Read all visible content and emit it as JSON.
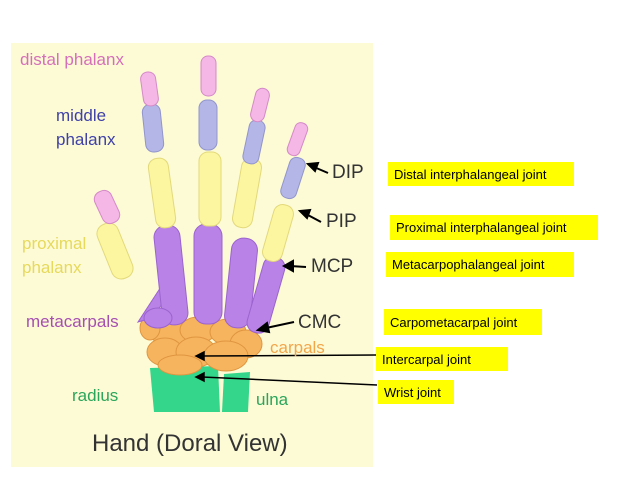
{
  "diagram": {
    "title": "Hand (Doral View)",
    "bone_labels": {
      "distal_phalanx": "distal phalanx",
      "middle_phalanx_line1": "middle",
      "middle_phalanx_line2": "phalanx",
      "proximal_phalanx_line1": "proximal",
      "proximal_phalanx_line2": "phalanx",
      "metacarpals": "metacarpals",
      "carpals": "carpals",
      "radius": "radius",
      "ulna": "ulna"
    },
    "joint_abbreviations": {
      "dip": "DIP",
      "pip": "PIP",
      "mcp": "MCP",
      "cmc": "CMC"
    },
    "joint_callouts": {
      "distal_interphalangeal": "Distal interphalangeal joint",
      "proximal_interphalangeal": "Proximal interphalangeal joint",
      "metacarpophalangeal": "Metacarpophalangeal joint",
      "carpometacarpal": "Carpometacarpal joint",
      "intercarpal": "Intercarpal joint",
      "wrist": "Wrist joint"
    },
    "colors": {
      "panel_background": "#fdfbd6",
      "distal_phalanx": "#f4b7e6",
      "middle_phalanx": "#b3b6e6",
      "proximal_phalanx": "#fcf6a0",
      "metacarpal": "#b982e6",
      "carpal": "#f6b45e",
      "radius_ulna": "#33d68a",
      "callout_highlight": "#ffff00",
      "label_pink": "#d56fb9",
      "label_blue": "#3f40a8",
      "label_yellow": "#e6d95c",
      "label_purple": "#a64fb0",
      "label_orange": "#f2a64a",
      "label_green": "#2aa65a",
      "label_dark": "#333333"
    }
  }
}
